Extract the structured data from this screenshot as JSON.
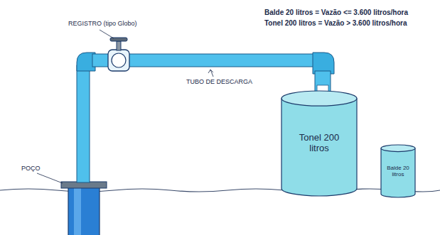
{
  "diagram": {
    "nodes": [
      {
        "text": [
          "Tonel 200 litros"
        ]
      },
      {
        "text": [
          "Balde 20 litros"
        ]
      }
    ],
    "labels": [
      "Balde 20 litros = Vazão <= 3.600 litros/hora",
      "Tonel 200 litros = Vazão > 3.600 litros/hora",
      "REGISTRO (tipo Globo)",
      "TUBO DE DESCARGA",
      "POÇO"
    ]
  }
}
